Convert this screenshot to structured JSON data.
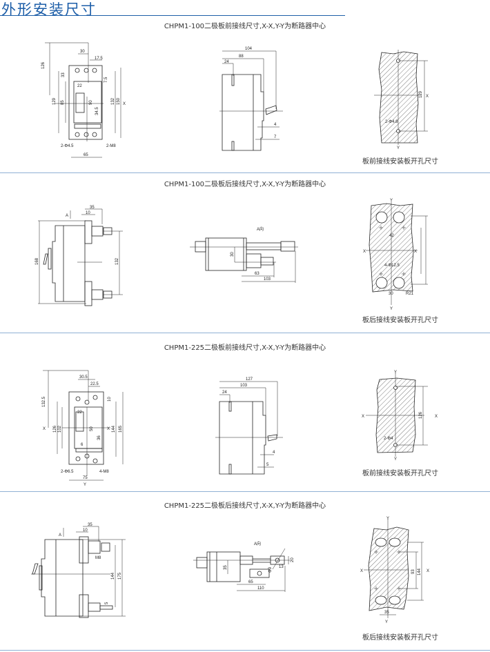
{
  "title": "外形安装尺寸",
  "sections": [
    {
      "caption": "CHPM1-100二极板前接线尺寸,X-X,Y-Y为断路器中心",
      "panel_caption": "板前接线安装板开孔尺寸",
      "front_labels": [
        "126",
        "30",
        "17.5",
        "33",
        "22",
        "7.5",
        "129",
        "85",
        "90",
        "34.5",
        "132",
        "150",
        "X",
        "2-Φ4.5",
        "2-M8",
        "65"
      ],
      "side_labels": [
        "104",
        "88",
        "24",
        "4",
        "7"
      ],
      "panel_labels": [
        "129",
        "X",
        "2-Φ4.8",
        "Y"
      ]
    },
    {
      "caption": "CHPM1-100二极板后接线尺寸,X-X,Y-Y为断路器中心",
      "panel_caption": "板后接线安装板开孔尺寸",
      "front_labels": [
        "35",
        "10",
        "A",
        "168",
        "132"
      ],
      "side_labels": [
        "A向",
        "30",
        "63",
        "103"
      ],
      "panel_labels": [
        "Y",
        "X",
        "X",
        "42",
        "4-Φ12.5",
        "30",
        "R21",
        "Y"
      ]
    },
    {
      "caption": "CHPM1-225二极板前接线尺寸,X-X,Y-Y为断路器中心",
      "panel_caption": "板前接线安装板开孔尺寸",
      "front_labels": [
        "132.5",
        "30.5",
        "22.5",
        "10",
        "22",
        "126",
        "102",
        "50",
        "36",
        "6",
        "144",
        "165",
        "X",
        "X",
        "2-Φ6.5",
        "4-M8",
        "75",
        "Y"
      ],
      "side_labels": [
        "127",
        "103",
        "24",
        "4",
        "5"
      ],
      "panel_labels": [
        "Y",
        "X",
        "X",
        "126",
        "2-Φ4",
        "Y"
      ]
    },
    {
      "caption": "CHPM1-225二极板后接线尺寸,X-X,Y-Y为断路器中心",
      "panel_caption": "板后接线安装板开孔尺寸",
      "front_labels": [
        "35",
        "10",
        "A",
        "M8",
        "144",
        "175",
        "5"
      ],
      "side_labels": [
        "A向",
        "35",
        "65",
        "110",
        "20",
        "13",
        "Φ9"
      ],
      "panel_labels": [
        "Y",
        "X",
        "X",
        "93",
        "144",
        "35",
        "Y"
      ]
    }
  ]
}
